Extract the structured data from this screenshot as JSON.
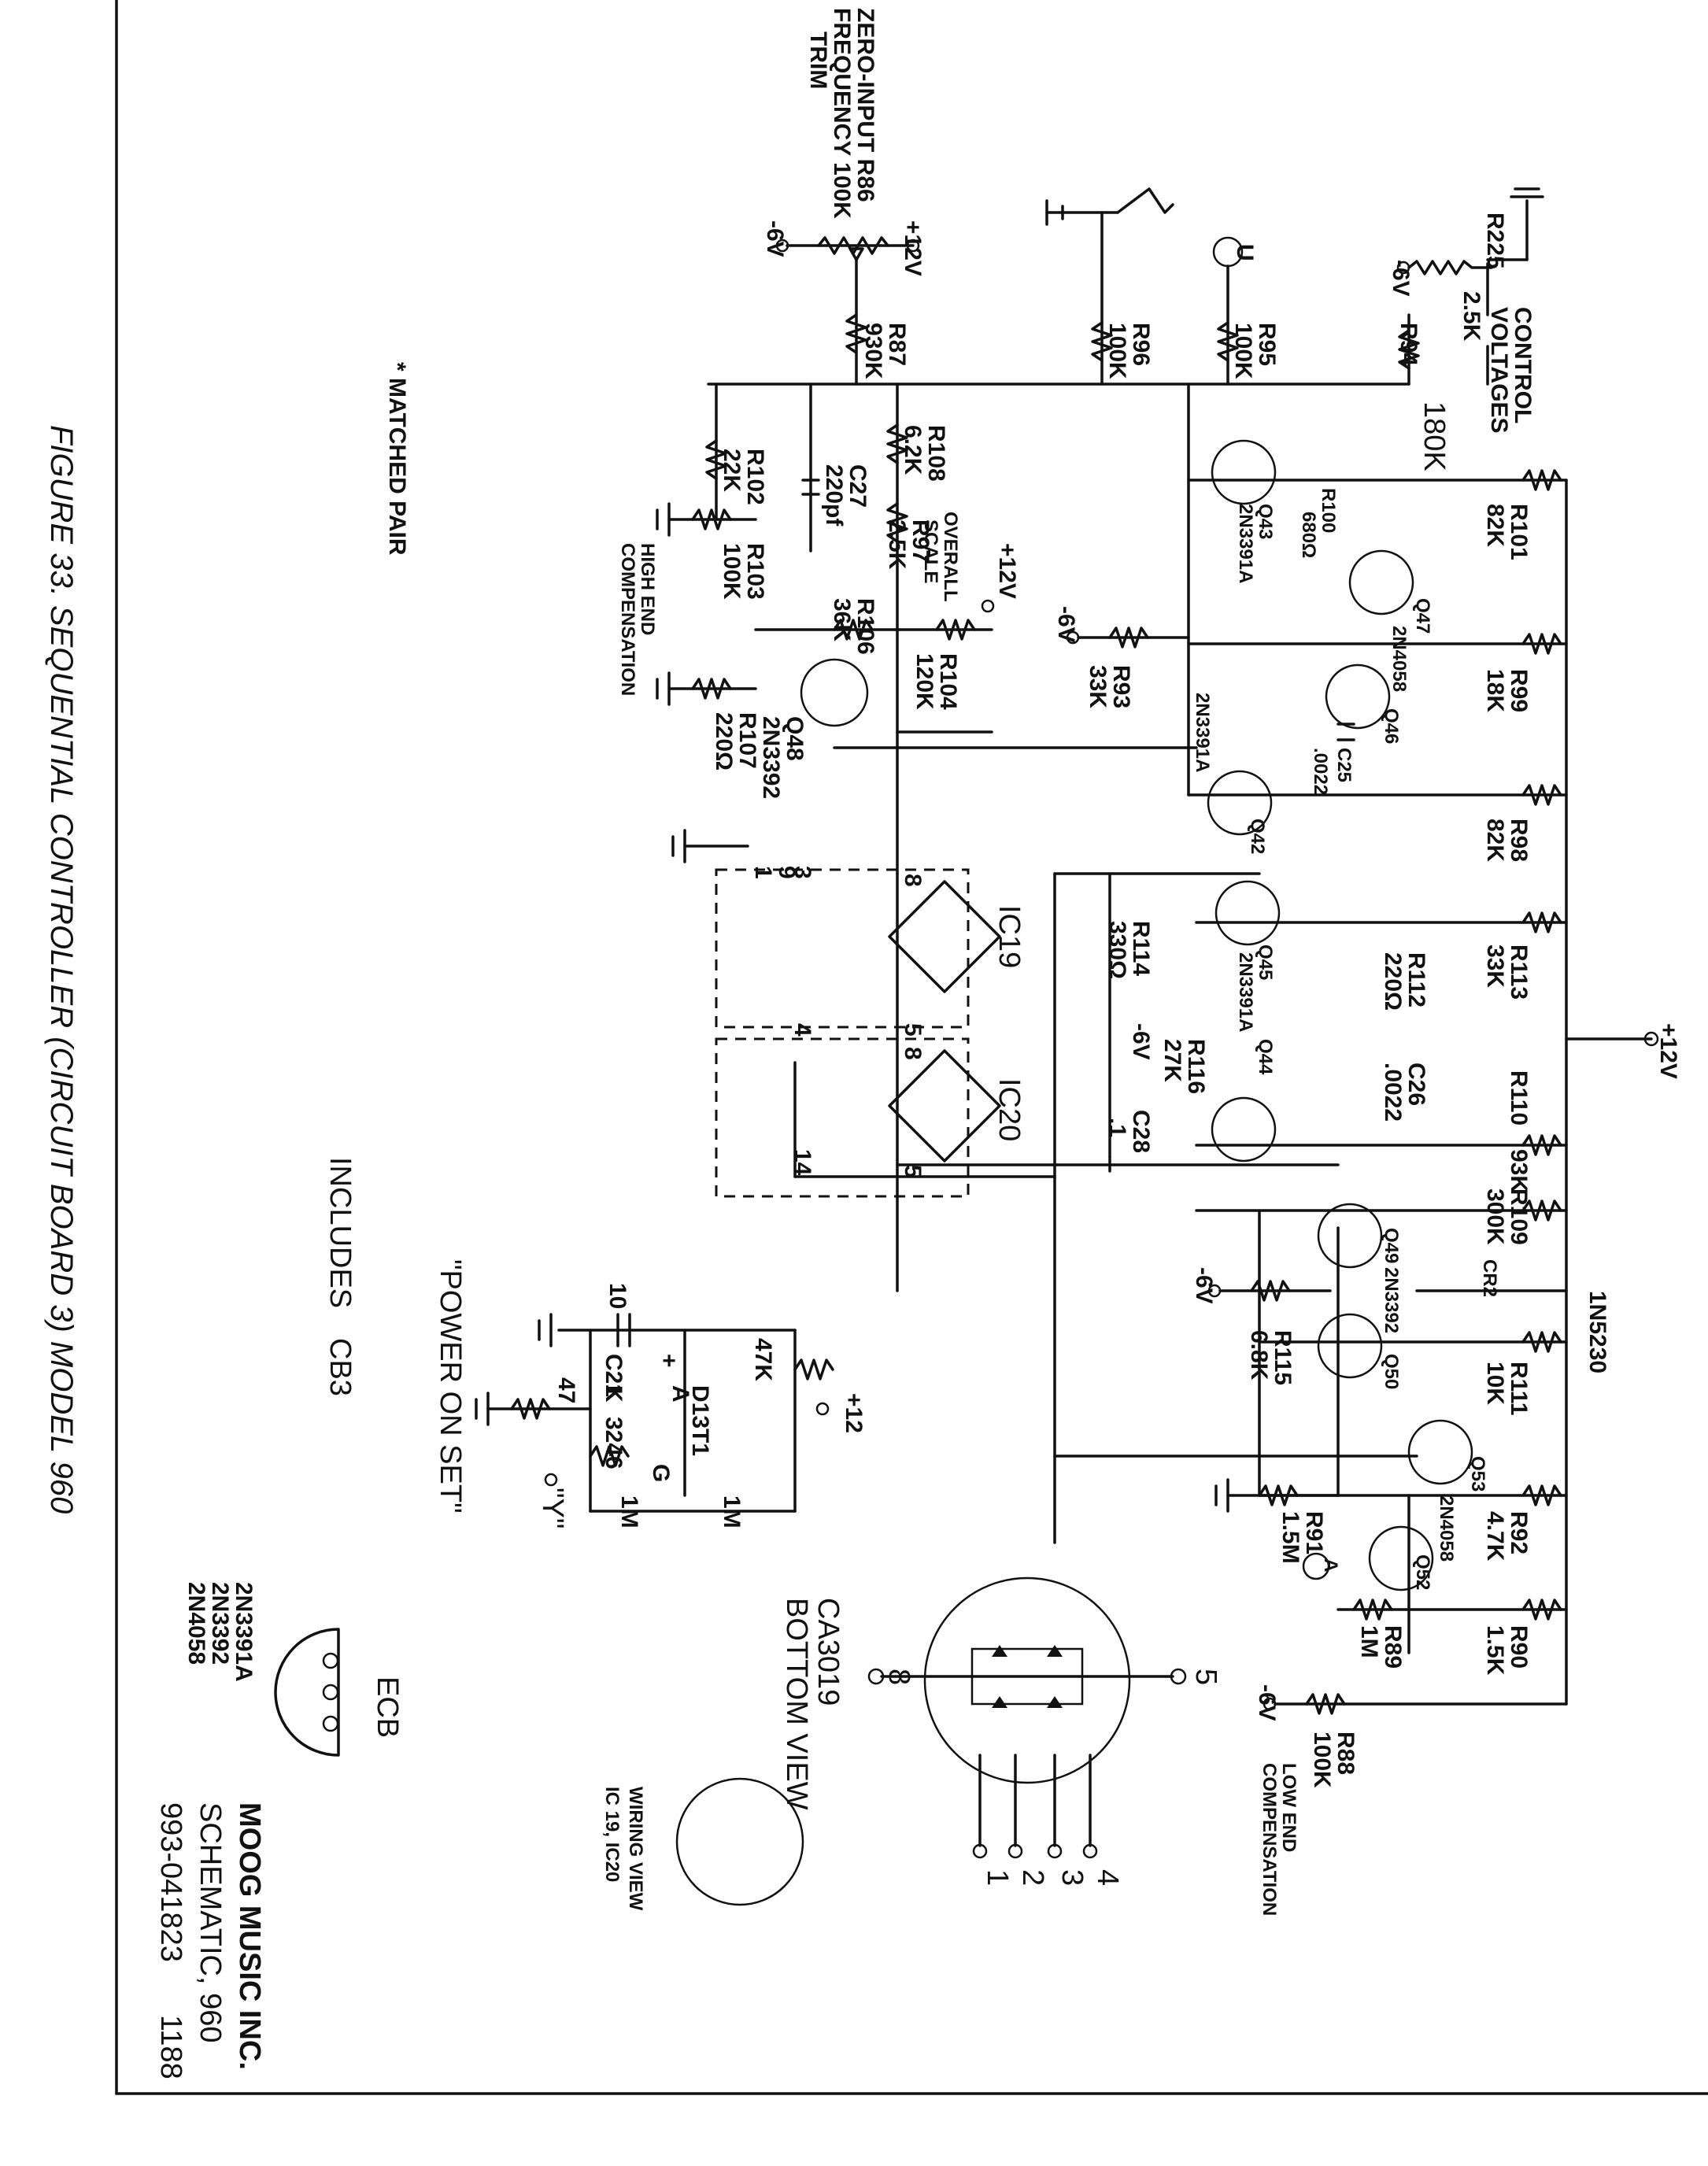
{
  "figure_caption": "FIGURE 33. SEQUENTIAL CONTROLLER (CIRCUIT BOARD 3) MODEL 960",
  "title_block": {
    "company": "MOOG MUSIC INC.",
    "drawing": "SCHEMATIC, 960",
    "part_number": "993-041823",
    "sheet_code": "1188"
  },
  "notes": {
    "matched_pair": "* MATCHED PAIR",
    "includes": "INCLUDES",
    "includes_ref": "CB3",
    "power_on_set": "\"POWER ON SET\""
  },
  "top_trim": {
    "title_line1": "ZERO-INPUT R86",
    "title_line2": "FREQUENCY 100K",
    "title_line3": "TRIM",
    "neg_supply": "-6V",
    "pos_supply": "+12V"
  },
  "control_voltages": {
    "line1": "CONTROL",
    "line2": "VOLTAGES",
    "ref": "R225",
    "value": "2.5K",
    "supply": "-6V"
  },
  "jack_u": "U",
  "jack_a": "A",
  "supply_main": "+12V",
  "resistors": [
    {
      "ref": "R87",
      "value": "930K"
    },
    {
      "ref": "R96",
      "value": "100K"
    },
    {
      "ref": "R95",
      "value": "100K"
    },
    {
      "ref": "R94",
      "value": "180K"
    },
    {
      "ref": "R108",
      "value": "6.2K"
    },
    {
      "ref": "R97",
      "value": "2.5K"
    },
    {
      "ref": "R102",
      "value": "22K"
    },
    {
      "ref": "R103",
      "value": "100K"
    },
    {
      "ref": "R106",
      "value": "36K"
    },
    {
      "ref": "R107",
      "value": "220Ω"
    },
    {
      "ref": "R104",
      "value": "120K"
    },
    {
      "ref": "R101",
      "value": "82K"
    },
    {
      "ref": "R100",
      "value": "680Ω"
    },
    {
      "ref": "R93",
      "value": "33K"
    },
    {
      "ref": "R99",
      "value": "18K"
    },
    {
      "ref": "R98",
      "value": "82K"
    },
    {
      "ref": "R113",
      "value": "33K"
    },
    {
      "ref": "R112",
      "value": "220Ω"
    },
    {
      "ref": "R114",
      "value": "330Ω"
    },
    {
      "ref": "R116",
      "value": "27K"
    },
    {
      "ref": "R110",
      "value": "93K"
    },
    {
      "ref": "R109",
      "value": "300K"
    },
    {
      "ref": "R115",
      "value": "6.8K"
    },
    {
      "ref": "R111",
      "value": "10K"
    },
    {
      "ref": "R92",
      "value": "4.7K"
    },
    {
      "ref": "R91",
      "value": "1.5M"
    },
    {
      "ref": "R90",
      "value": "1.5K"
    },
    {
      "ref": "R89",
      "value": "1M"
    },
    {
      "ref": "R88",
      "value": "100K"
    }
  ],
  "low_end": {
    "line1": "LOW END",
    "line2": "COMPENSATION",
    "supply": "-6V"
  },
  "high_end": {
    "line1": "HIGH END",
    "line2": "COMPENSATION"
  },
  "overall_scale": {
    "line1": "OVERALL",
    "line2": "SCALE",
    "supply": "+12V"
  },
  "capacitors": [
    {
      "ref": "C27",
      "value": "220pf"
    },
    {
      "ref": "C25",
      "value": ".0022"
    },
    {
      "ref": "C26",
      "value": ".0022"
    },
    {
      "ref": "C28",
      "value": ".1"
    }
  ],
  "transistors": [
    {
      "ref": "Q43",
      "part": "2N3391A"
    },
    {
      "ref": "Q47",
      "part": "2N4058"
    },
    {
      "ref": "Q46",
      "part": ""
    },
    {
      "ref": "Q42",
      "part": "2N3391A"
    },
    {
      "ref": "Q48",
      "part": "2N3392"
    },
    {
      "ref": "Q45",
      "part": "2N3391A"
    },
    {
      "ref": "Q44",
      "part": ""
    },
    {
      "ref": "Q49",
      "part": "2N3392"
    },
    {
      "ref": "Q50",
      "part": ""
    },
    {
      "ref": "Q53",
      "part": ""
    },
    {
      "ref": "Q52",
      "part": "2N4058"
    }
  ],
  "neg6": "-6V",
  "ic": {
    "ic19": "IC19",
    "ic20": "IC20",
    "pins": [
      "3",
      "9",
      "1",
      "4",
      "5",
      "8"
    ],
    "pin14": "14",
    "pin5": "5",
    "pin8": "8"
  },
  "diode_cr2": {
    "ref": "CR2",
    "part": "1N5230"
  },
  "power_on_circuit": {
    "supply": "+12",
    "r_top": "47K",
    "scr": "D13T1",
    "cap_ref": "C21",
    "cap_value": "10",
    "cap_plus": "+",
    "r_left": "47",
    "diode": "3246",
    "pins": [
      "A",
      "G",
      "K"
    ],
    "r1": "1M",
    "r2": "1M",
    "output": "\"Y\""
  },
  "ca3019": {
    "title": "CA3019",
    "subtitle": "BOTTOM VIEW",
    "pins": [
      "5",
      "8",
      "1",
      "2",
      "3",
      "4"
    ]
  },
  "ecb": {
    "label": "ECB",
    "parts": [
      "2N3391A",
      "2N3392",
      "2N4058"
    ]
  },
  "wiring_view": {
    "line1": "WIRING VIEW",
    "line2": "IC 19, IC20"
  }
}
